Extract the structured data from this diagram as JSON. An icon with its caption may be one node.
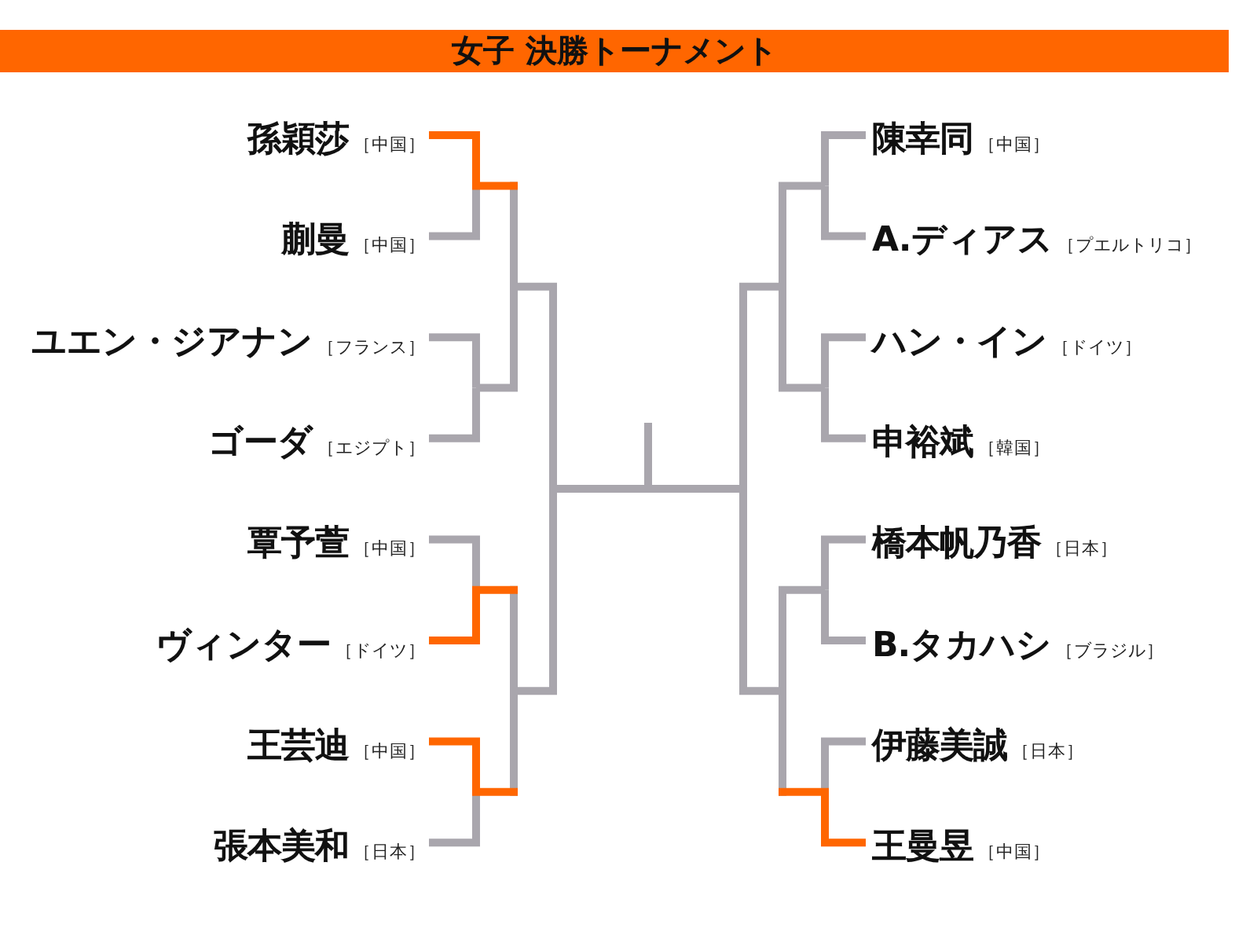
{
  "diagram": {
    "title": "女子 決勝トーナメント",
    "nodes": [
      {
        "text": [
          "孫穎莎",
          "［中国］"
        ]
      },
      {
        "text": [
          "蒯曼",
          "［中国］"
        ]
      },
      {
        "text": [
          "ユエン・ジアナン",
          "［フランス］"
        ]
      },
      {
        "text": [
          "ゴーダ",
          "［エジプト］"
        ]
      },
      {
        "text": [
          "覃予萱",
          "［中国］"
        ]
      },
      {
        "text": [
          "ヴィンター",
          "［ドイツ］"
        ]
      },
      {
        "text": [
          "王芸迪",
          "［中国］"
        ]
      },
      {
        "text": [
          "張本美和",
          "［日本］"
        ]
      },
      {
        "text": [
          "陳幸同",
          "［中国］"
        ]
      },
      {
        "text": [
          "A.ディアス",
          "［プエルトリコ］"
        ]
      },
      {
        "text": [
          "ハン・イン",
          "［ドイツ］"
        ]
      },
      {
        "text": [
          "申裕斌",
          "［韓国］"
        ]
      },
      {
        "text": [
          "橋本帆乃香",
          "［日本］"
        ]
      },
      {
        "text": [
          "B.タカハシ",
          "［ブラジル］"
        ]
      },
      {
        "text": [
          "伊藤美誠",
          "［日本］"
        ]
      },
      {
        "text": [
          "王曼昱",
          "［中国］"
        ]
      }
    ],
    "edges": [
      {
        "from": 0,
        "to": null,
        "arrow": "none",
        "color": "#ff6600"
      },
      {
        "from": 1,
        "to": null,
        "arrow": "none"
      },
      {
        "from": 2,
        "to": null,
        "arrow": "none"
      },
      {
        "from": 3,
        "to": null,
        "arrow": "none"
      },
      {
        "from": 4,
        "to": null,
        "arrow": "none"
      },
      {
        "from": 5,
        "to": null,
        "arrow": "none",
        "color": "#ff6600"
      },
      {
        "from": 6,
        "to": null,
        "arrow": "none",
        "color": "#ff6600"
      },
      {
        "from": 7,
        "to": null,
        "arrow": "none"
      },
      {
        "from": 8,
        "to": null,
        "arrow": "none"
      },
      {
        "from": 9,
        "to": null,
        "arrow": "none"
      },
      {
        "from": 10,
        "to": null,
        "arrow": "none"
      },
      {
        "from": 11,
        "to": null,
        "arrow": "none"
      },
      {
        "from": 12,
        "to": null,
        "arrow": "none"
      },
      {
        "from": 13,
        "to": null,
        "arrow": "none"
      },
      {
        "from": 14,
        "to": null,
        "arrow": "none"
      },
      {
        "from": 15,
        "to": null,
        "arrow": "none",
        "color": "#ff6600"
      }
    ]
  }
}
